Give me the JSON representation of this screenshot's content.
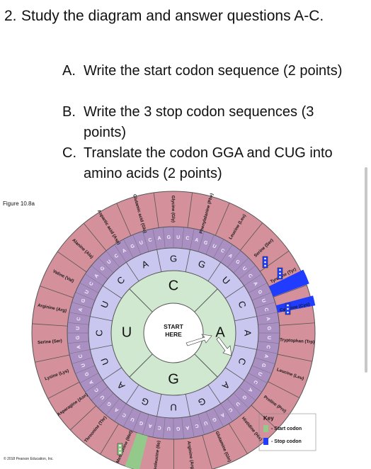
{
  "question": {
    "number": "2.",
    "title": "Study the diagram and answer questions A-C.",
    "items": [
      {
        "letter": "A.",
        "text": "Write the start codon sequence (2 points)"
      },
      {
        "letter": "B.",
        "text": "Write the 3 stop codon sequences (3 points)"
      },
      {
        "letter": "C.",
        "text": "Translate the codon GGA and CUG into amino acids (2 points)"
      }
    ]
  },
  "figure": {
    "label": "Figure 10.8a",
    "copyright": "© 2018 Pearson Education, Inc.",
    "center_text": [
      "START",
      "HERE"
    ],
    "ring1": [
      "A",
      "G",
      "U",
      "C"
    ],
    "ring2": [
      "G",
      "U",
      "C",
      "A",
      "C",
      "A",
      "G",
      "U",
      "G",
      "A",
      "U",
      "C",
      "U",
      "C",
      "A",
      "G"
    ],
    "amino_acids": [
      {
        "label": "Glycine (Gly)"
      },
      {
        "label": "Phenylalanine (Phe)"
      },
      {
        "label": "Leucine (Leu)"
      },
      {
        "label": "Serine (Ser)"
      },
      {
        "label": "Tyrosine (Tyr)"
      },
      {
        "label": "Cysteine (Cys)"
      },
      {
        "label": "Tryptophan (Trp)"
      },
      {
        "label": "Leucine (Leu)"
      },
      {
        "label": "Proline (Pro)"
      },
      {
        "label": "Histidine (His)"
      },
      {
        "label": "Glutamine (Gln)"
      },
      {
        "label": "Arginine (Arg)"
      },
      {
        "label": "Isoleucine (Ile)"
      },
      {
        "label": "Methionine (Met)"
      },
      {
        "label": "Threonine (Thr)"
      },
      {
        "label": "Asparagine (Asn)"
      },
      {
        "label": "Lysine (Lys)"
      },
      {
        "label": "Serine (Ser)"
      },
      {
        "label": "Arginine (Arg)"
      },
      {
        "label": "Valine (Val)"
      },
      {
        "label": "Alanine (Ala)"
      },
      {
        "label": "Aspartic acid (Asp)"
      },
      {
        "label": "Glutamic acid (Glu)"
      }
    ],
    "key": {
      "title": "Key",
      "start_label": "- Start codon",
      "stop_label": "- Stop codon"
    },
    "colors": {
      "outer": "#d4909b",
      "ring3": "#a98fc2",
      "ring2": "#c9c7ef",
      "ring1": "#cfe8cf",
      "center": "#ffffff",
      "start": "#93c98a",
      "stop": "#1f3cff"
    }
  }
}
